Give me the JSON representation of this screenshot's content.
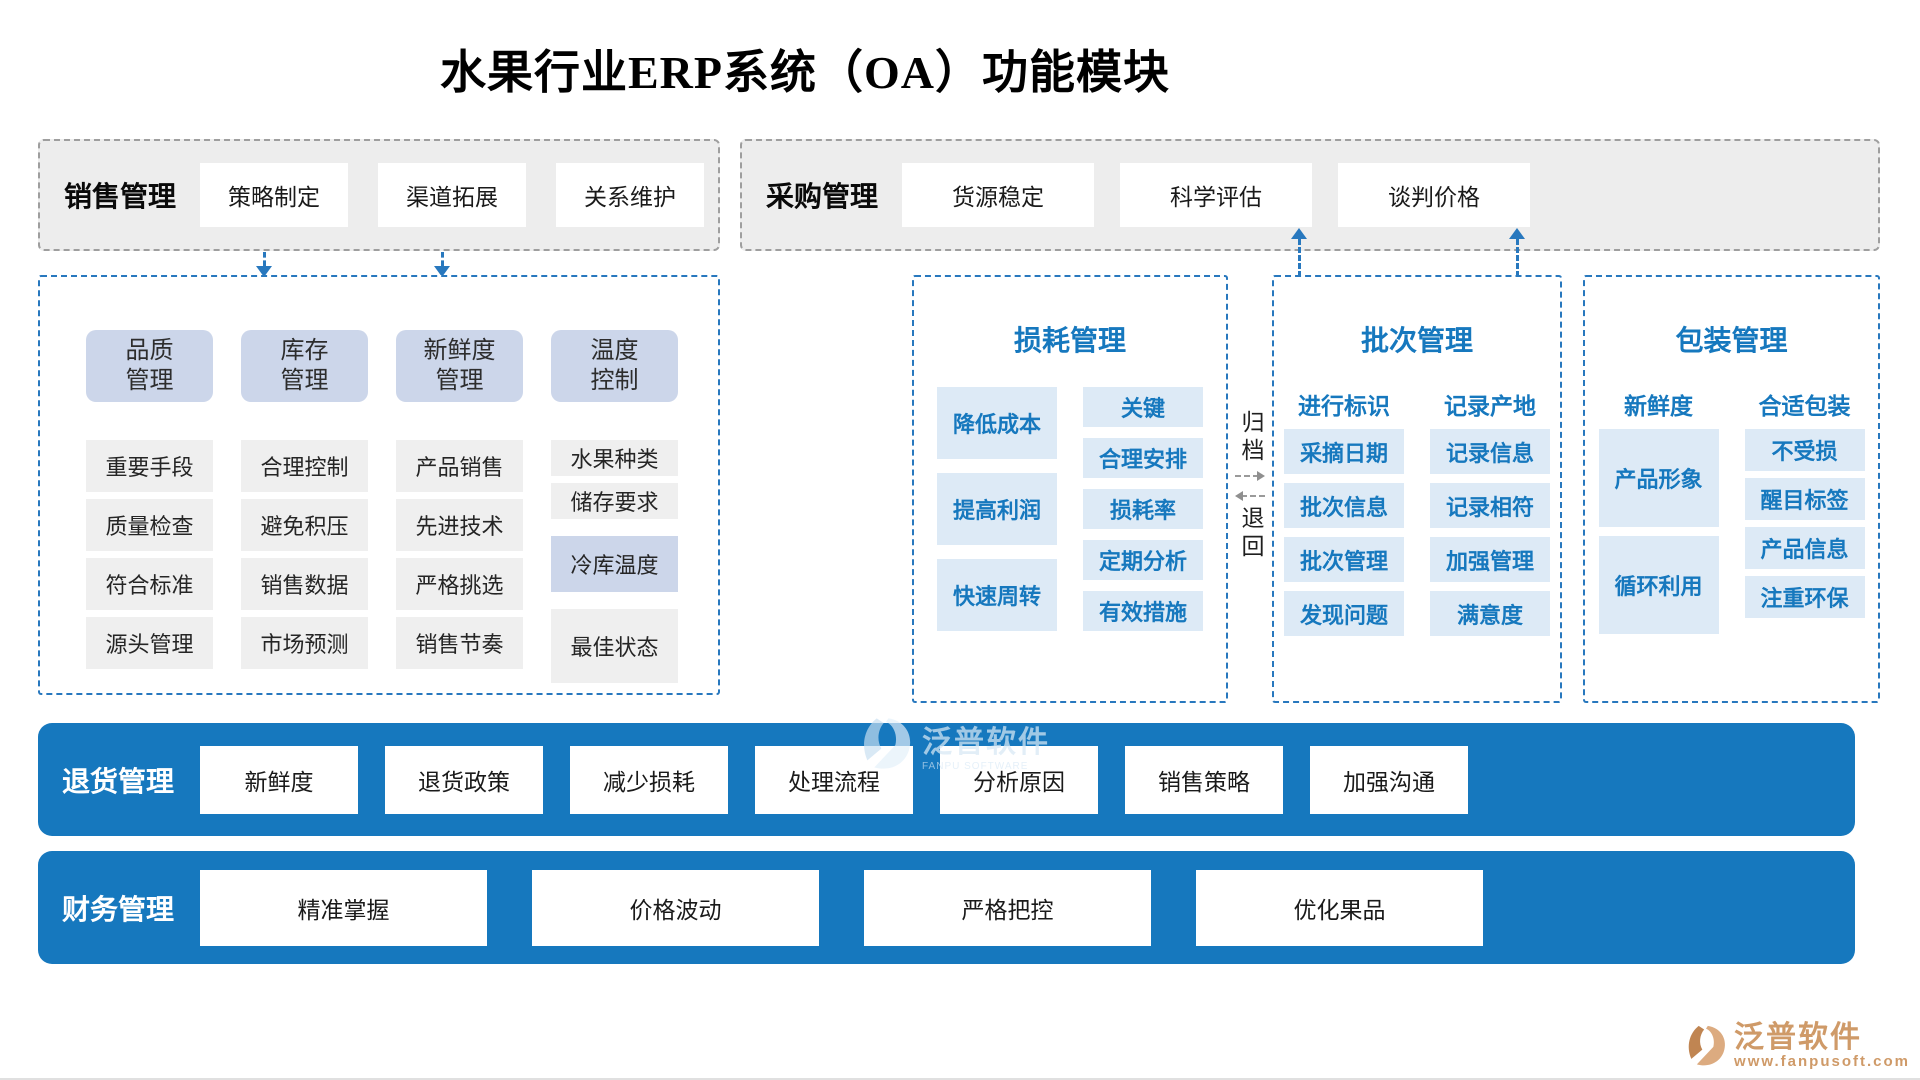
{
  "title": "水果行业ERP系统（OA）功能模块",
  "sales_panel": {
    "label": "销售管理",
    "items": [
      "策略制定",
      "渠道拓展",
      "关系维护"
    ]
  },
  "purchase_panel": {
    "label": "采购管理",
    "items": [
      "货源稳定",
      "科学评估",
      "谈判价格"
    ]
  },
  "quality_module": {
    "columns": [
      {
        "h1": "品质",
        "h2": "管理",
        "items": [
          "重要手段",
          "质量检查",
          "符合标准",
          "源头管理"
        ]
      },
      {
        "h1": "库存",
        "h2": "管理",
        "items": [
          "合理控制",
          "避免积压",
          "销售数据",
          "市场预测"
        ]
      },
      {
        "h1": "新鲜度",
        "h2": "管理",
        "items": [
          "产品销售",
          "先进技术",
          "严格挑选",
          "销售节奏"
        ]
      },
      {
        "h1": "温度",
        "h2": "控制",
        "items": [
          "水果种类",
          "储存要求",
          "冷库温度",
          "最佳状态"
        ]
      }
    ]
  },
  "loss_module": {
    "title": "损耗管理",
    "left": [
      "降低成本",
      "提高利润",
      "快速周转"
    ],
    "right": [
      "关键",
      "合理安排",
      "损耗率",
      "定期分析",
      "有效措施"
    ]
  },
  "connector": {
    "archive": "归档",
    "return": "退回"
  },
  "batch_module": {
    "title": "批次管理",
    "left": [
      "进行标识",
      "采摘日期",
      "批次信息",
      "批次管理",
      "发现问题"
    ],
    "right": [
      "记录产地",
      "记录信息",
      "记录相符",
      "加强管理",
      "满意度"
    ]
  },
  "package_module": {
    "title": "包装管理",
    "left": [
      "新鲜度",
      "产品形象",
      "循环利用"
    ],
    "right": [
      "合适包装",
      "不受损",
      "醒目标签",
      "产品信息",
      "注重环保"
    ]
  },
  "return_bar": {
    "label": "退货管理",
    "items": [
      "新鲜度",
      "退货政策",
      "减少损耗",
      "处理流程",
      "分析原因",
      "销售策略",
      "加强沟通"
    ]
  },
  "finance_bar": {
    "label": "财务管理",
    "items": [
      "精准掌握",
      "价格波动",
      "严格把控",
      "优化果品"
    ]
  },
  "watermark_center": {
    "brand": "泛普软件",
    "sub": "FANPU SOFTWARE"
  },
  "watermark_corner": {
    "brand": "泛普软件",
    "url": "www.fanpusoft.com"
  },
  "colors": {
    "primary_blue": "#1678be",
    "dash_blue": "#2878be",
    "item_blue_bg": "#ddeaf6",
    "header_bg": "#ccd6ea",
    "panel_gray": "#ededed",
    "item_gray": "#efefef",
    "watermark_tan": "#cf9a68"
  }
}
